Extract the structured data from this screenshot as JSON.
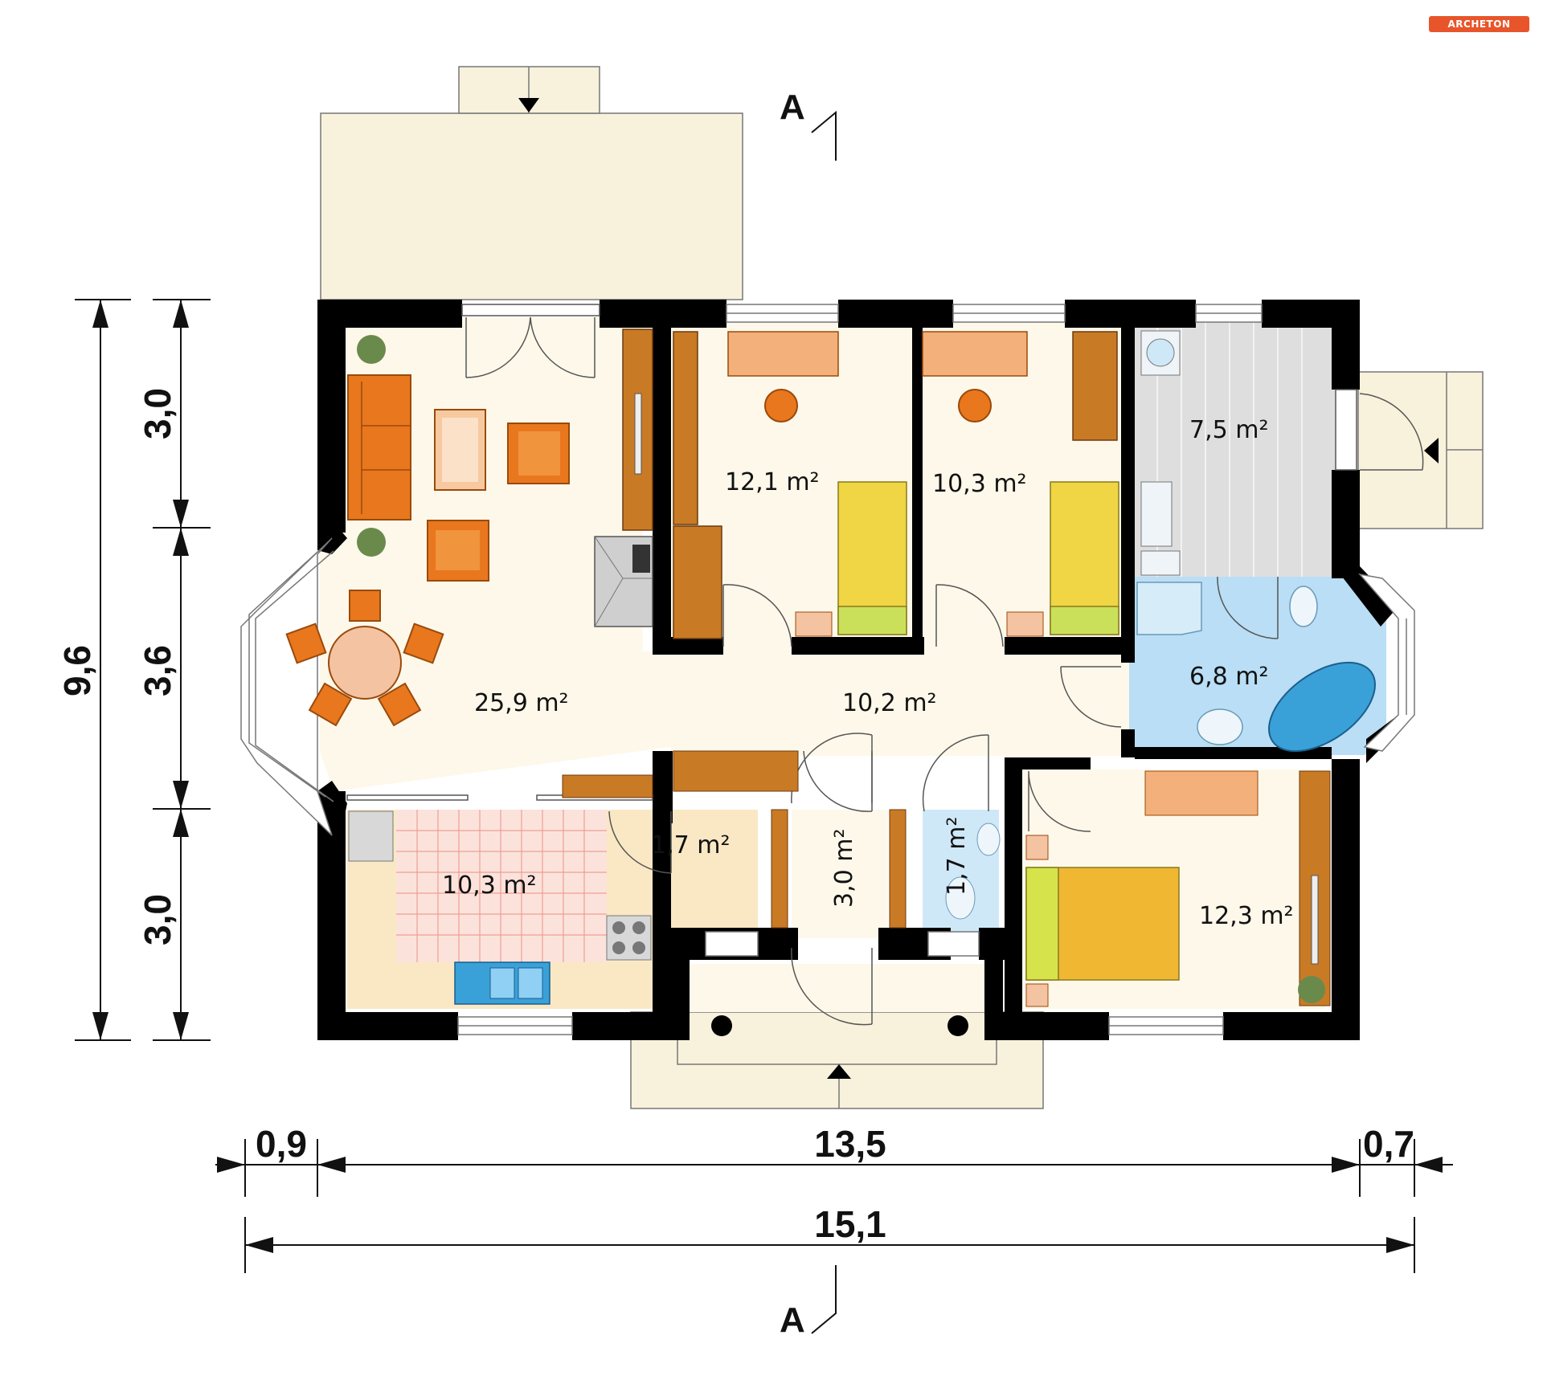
{
  "brand": {
    "logo_text": "ARCHETON"
  },
  "section_marker": {
    "label": "A"
  },
  "rooms": [
    {
      "id": "living",
      "area": "25,9 m²"
    },
    {
      "id": "bedroom-1",
      "area": "12,1 m²"
    },
    {
      "id": "bedroom-2",
      "area": "10,3 m²"
    },
    {
      "id": "utility",
      "area": "7,5 m²"
    },
    {
      "id": "bathroom",
      "area": "6,8 m²"
    },
    {
      "id": "hall",
      "area": "10,2 m²"
    },
    {
      "id": "kitchen",
      "area": "10,3 m²"
    },
    {
      "id": "pantry",
      "area": "1,7 m²"
    },
    {
      "id": "vestibule",
      "area": "3,0 m²"
    },
    {
      "id": "wc",
      "area": "1,7 m²"
    },
    {
      "id": "master-bedroom",
      "area": "12,3 m²"
    }
  ],
  "dimensions": {
    "total_depth": "9,6",
    "depth_segments": [
      "3,0",
      "3,6",
      "3,0"
    ],
    "width_segments": [
      "0,9",
      "13,5",
      "0,7"
    ],
    "total_width": "15,1"
  },
  "colors": {
    "wall": "#000000",
    "floor": "#fdf8ea",
    "terrace": "#f8f1dc",
    "utility_floor": "#dedede",
    "bath_tile": "#b9def5",
    "kitchen_tile": "#fbe3dc",
    "wood": "#c97a25",
    "sofa": "#e9771e",
    "bed": "#f0d545",
    "logo": "#e8552a"
  }
}
